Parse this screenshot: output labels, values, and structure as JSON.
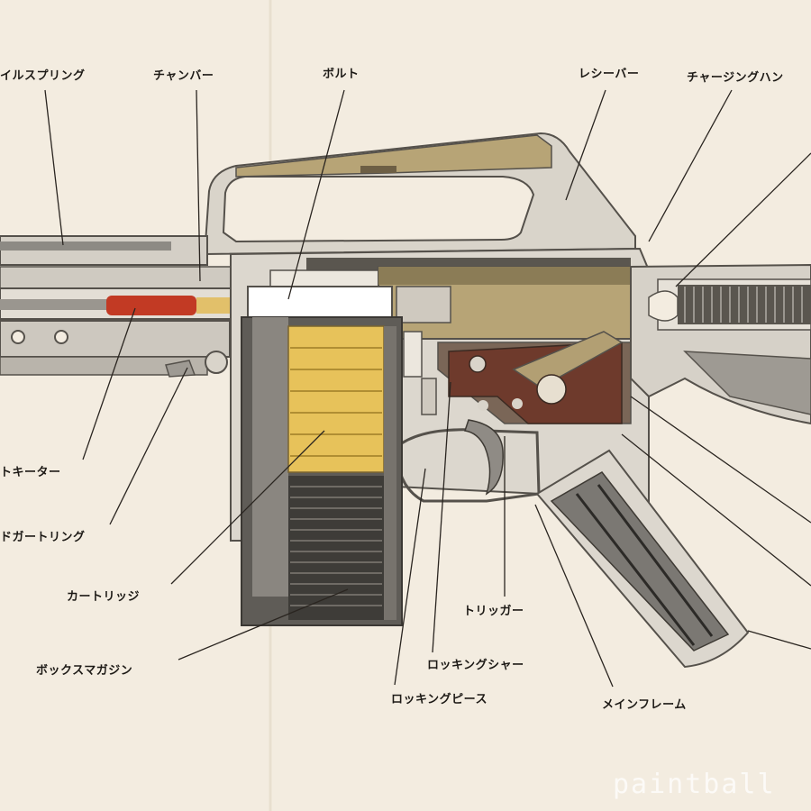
{
  "labels": {
    "recoil_spring": "イルスプリング",
    "chamber": "チャンバー",
    "bolt": "ボルト",
    "receiver": "レシーバー",
    "charging_handle": "チャージングハン",
    "deflector": "トキーター",
    "guard_ring": "ドガートリング",
    "cartridge": "カートリッジ",
    "box_magazine": "ボックスマガジン",
    "trigger": "トリッガー",
    "locking_shaft": "ロッキングシャー",
    "locking_piece": "ロッキングピース",
    "main_frame": "メインフレーム"
  },
  "watermark": "paintball",
  "colors": {
    "paper": "#f3ece0",
    "metal": "#c9c4bb",
    "metal_dark": "#5e5b55",
    "bronze": "#b7a476",
    "cartridge": "#e7c25a",
    "chamber_red": "#c23a24",
    "trigger_brown": "#6e3a2c"
  }
}
